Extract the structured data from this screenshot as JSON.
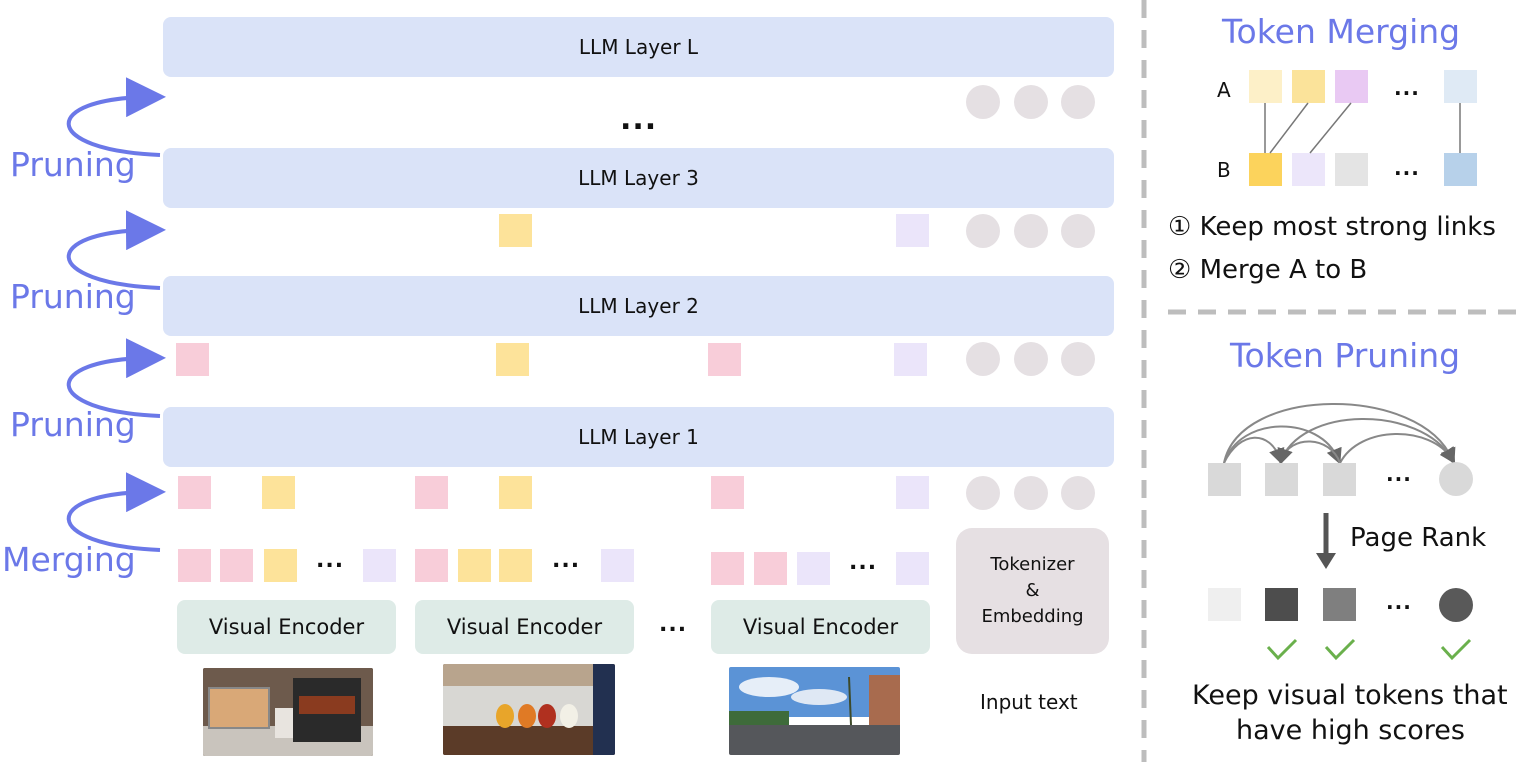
{
  "layers": {
    "l": "LLM Layer L",
    "l3": "LLM Layer 3",
    "l2": "LLM Layer 2",
    "l1": "LLM Layer 1"
  },
  "side_labels": {
    "pruning": "Pruning",
    "merging": "Merging"
  },
  "ellipsis": "...",
  "encoders": {
    "label": "Visual Encoder"
  },
  "tokenizer": {
    "line1": "Tokenizer",
    "line2": "&",
    "line3": "Embedding"
  },
  "input_text": "Input text",
  "token_merging": {
    "title": "Token Merging",
    "row_a": "A",
    "row_b": "B",
    "step1": "① Keep most strong links",
    "step2": "② Merge A to B"
  },
  "token_pruning": {
    "title": "Token Pruning",
    "page_rank": "Page Rank",
    "caption_line1": "Keep visual tokens that",
    "caption_line2": "have high scores"
  },
  "colors": {
    "layer_bg": "#dae3f8",
    "accent": "#6b78e8",
    "pink": "#f8cdd9",
    "yellow": "#fde39a",
    "lavender": "#ebe5fa",
    "text_token": "#e5e0e3",
    "encoder_bg": "#deebe7",
    "check": "#6ab04c"
  }
}
